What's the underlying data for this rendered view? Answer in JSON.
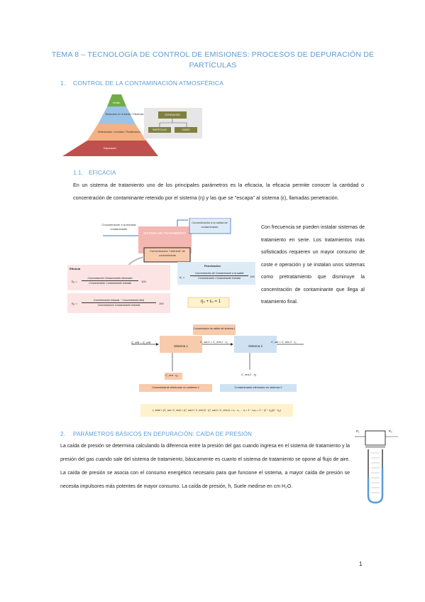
{
  "title": "TEMA 8 – TECNOLOGÍA DE CONTROL DE EMISIONES: PROCESOS DE DEPURACIÓN DE PARTÍCULAS",
  "section1": {
    "num": "1.",
    "heading": "CONTROL DE LA CONTAMINACIÓN ATMOSFÉRICA"
  },
  "pyramid": {
    "levels": [
      "Vertido",
      "Reducción en la fuente / Eficiencia",
      "Minimización / reciclado / Reutilización",
      "Depuración"
    ],
    "side_top": "DEPURACIÓN",
    "side_left": "PARTÍCULAS",
    "side_right": "GASES"
  },
  "section11": {
    "num": "1.1.",
    "heading": "EFICACIA",
    "paragraph": "En un sistema de tratamiento uno de los principales parámetros es la eficacia, la eficacia permite conocer la cantidad o concentración de contaminante retenido por el sistema (η) y las que se \"escapa\" al sistema (ε), llamadas penetración."
  },
  "diagram1": {
    "in_label": "Concentración a la entrada contaminante",
    "system_label": "SISTEMA DE TRATAMIENTO",
    "out_label": "Concentración a la salida de contaminante",
    "retained_label": "Concentración \"retenida\" de contaminante",
    "eficacia_title": "Eficacia",
    "eta1_lhs": "η₁ =",
    "eta1_num": "Concentración Contaminante eliminado",
    "eta1_den": "Concentración Contaminante entrada",
    "eta1_mult": "100",
    "eta2_lhs": "η₂ =",
    "eta2_num": "Concentración entrada − Concentración final",
    "eta2_den": "Concentración Contaminante entrada",
    "eta2_mult": "100",
    "penetracion_title": "Penetración",
    "pen_lhs": "ε₁ =",
    "pen_num": "Concentración de Contaminante a la salida",
    "pen_den": "Concentración Contaminante entrada",
    "pen_mult": "100",
    "sum_eq": "η₀ + ε₀ = 1"
  },
  "side_paragraph": "Con frecuencia se pueden instalar sistemas de tratamiento en serie. Los tratamientos más sofisticados requieren un mayor consumo de coste e operación y se instalan unos sistemas como pretratamiento que disminuye la concentración de contaminante que llega al tratamiento final.",
  "diagram2": {
    "in_eq": "C_ent = C_ent",
    "sys1": "Sistema 1",
    "sys2": "Sistema 2",
    "mid_top": "Concentración de salida del sistema 1",
    "mid_eq": "C_sal,1 = C_ent,1 · ε₁",
    "out_eq": "C_sal = C_ent,2 · ε₂",
    "ret1": "C_ent · η₁",
    "ret2": "C_ent,2 · η₂",
    "label1": "Contaminante eliminado en sistema 1",
    "label2": "Contaminante eliminado en sistema 2",
    "global_eq": "ε_total = (C_sal / C_ent) = (C_sal,2 / C_ent,2) · (C_sal,1 / C_ent,1) = ε₁ · ε₂ → η = 1 − ε₁ε₂ = 1 − (1 − η₁)(1 − η₂)"
  },
  "section2": {
    "num": "2.",
    "heading": "PARÁMETROS BÁSICOS EN DEPURACIÓN: CAÍDA DE PRESIÓN",
    "paragraph": "La caída de presión se determina calculando la diferencia entre la presión del gas cuando ingresa en el sistema de tratamiento y la presión del gas cuando sale del sistema de tratamiento, básicamente es cuanto el sistema de tratamiento se opone al flujo de aire. La caída de presión se asocia con el consumo energético necesario para que funcione el sistema, a mayor caída de presión se necesita impulsores más potentes de mayor consumo. La caída de presión, h, Suele medirse en cm H₂O."
  },
  "manometer": {
    "p1": "P₁",
    "p2": "P₂"
  },
  "page_number": "1",
  "colors": {
    "heading": "#5b9bd5",
    "pyramid_top": "#70ad47",
    "pyramid_2": "#9dc3e6",
    "pyramid_3": "#f4b183",
    "pyramid_base": "#c0504d",
    "orange_box": "#f8c9a0",
    "blue_box": "#cfe2f3",
    "yellow_box": "#fff2cc"
  }
}
